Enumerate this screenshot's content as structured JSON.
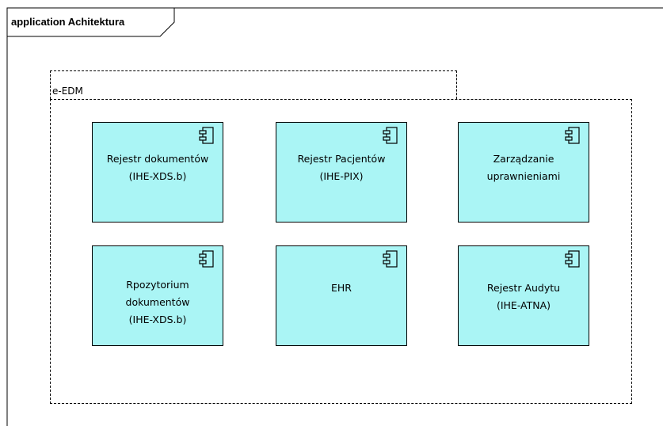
{
  "frame": {
    "title": "application Achitektura"
  },
  "package": {
    "name": "e-EDM"
  },
  "components": [
    {
      "name": "Rejestr dokumentów\n(IHE-XDS.b)",
      "icon": "component-icon"
    },
    {
      "name": "Rejestr Pacjentów\n(IHE-PIX)",
      "icon": "component-icon"
    },
    {
      "name": "Zarządzanie\nuprawnieniami",
      "icon": "component-icon"
    },
    {
      "name": "Rpozytorium\ndokumentów\n(IHE-XDS.b)",
      "icon": "component-icon"
    },
    {
      "name": "EHR",
      "icon": "component-icon"
    },
    {
      "name": "Rejestr Audytu\n(IHE-ATNA)",
      "icon": "component-icon"
    }
  ],
  "colors": {
    "component_fill": "#aaf5f5",
    "border": "#000000"
  }
}
